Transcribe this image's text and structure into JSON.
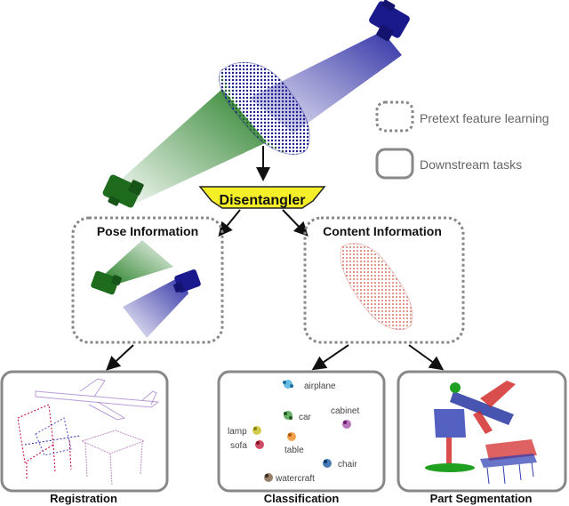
{
  "legend": {
    "pretext": "Pretext feature learning",
    "downstream": "Downstream tasks"
  },
  "disentangler": "Disentangler",
  "pose": {
    "title": "Pose Information"
  },
  "content": {
    "title": "Content Information"
  },
  "tasks": {
    "registration": "Registration",
    "classification": "Classification",
    "part_segmentation": "Part Segmentation"
  },
  "classes": {
    "airplane": "airplane",
    "car": "car",
    "cabinet": "cabinet",
    "lamp": "lamp",
    "sofa": "sofa",
    "table": "table",
    "chair": "chair",
    "watercraft": "watercraft"
  },
  "colors": {
    "camera_green": "#1e6b1e",
    "camera_blue": "#1a1a8c",
    "content_pink": "#d98c84",
    "disentangler_yellow": "#f5ef2a",
    "box_gray": "#888888"
  }
}
